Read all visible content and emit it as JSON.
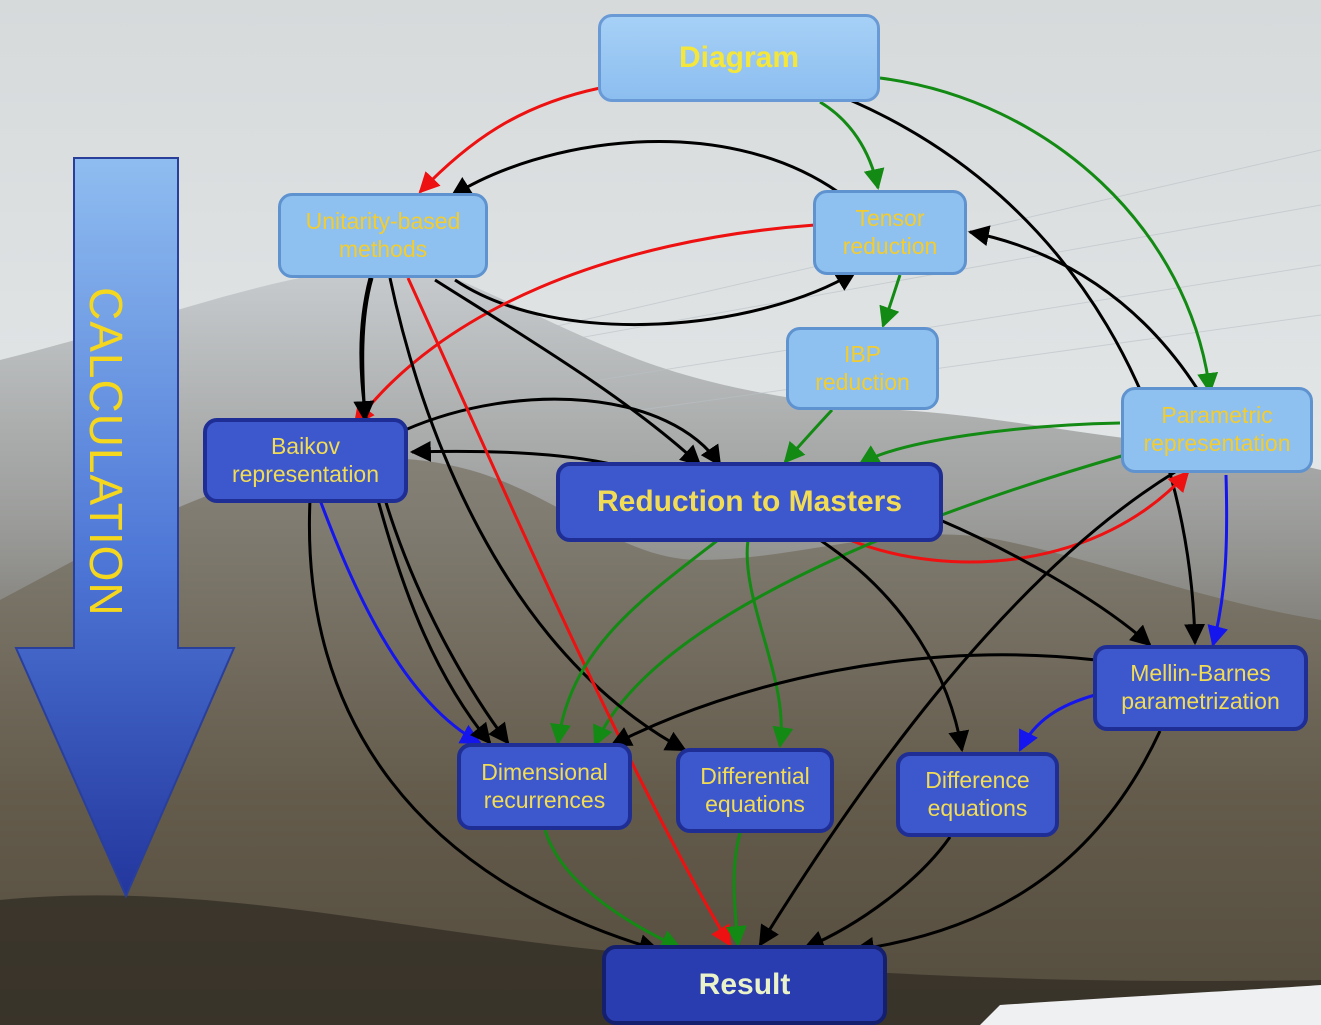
{
  "calculation_label": "CALCULATION",
  "nodes": {
    "diagram": "Diagram",
    "unitarity": "Unitarity-based\nmethods",
    "tensor": "Tensor\nreduction",
    "ibp": "IBP\nreduction",
    "baikov": "Baikov\nrepresentation",
    "parametric": "Parametric\nrepresentation",
    "masters": "Reduction to Masters",
    "mellin": "Mellin-Barnes\nparametrization",
    "dimensional": "Dimensional\nrecurrences",
    "differential": "Differential\nequations",
    "difference": "Difference\nequations",
    "result": "Result"
  },
  "edge_colors": {
    "black": "#000000",
    "red": "#ee1111",
    "green": "#138a13",
    "blue": "#1515ee"
  },
  "edges": [
    {
      "from": "diagram",
      "to": "unitarity",
      "color": "red"
    },
    {
      "from": "diagram",
      "to": "tensor",
      "color": "green"
    },
    {
      "from": "diagram",
      "to": "parametric",
      "color": "green"
    },
    {
      "from": "diagram",
      "to": "mellin",
      "color": "black"
    },
    {
      "from": "tensor",
      "to": "unitarity",
      "color": "black"
    },
    {
      "from": "unitarity",
      "to": "tensor",
      "color": "black"
    },
    {
      "from": "tensor",
      "to": "baikov",
      "color": "red"
    },
    {
      "from": "tensor",
      "to": "ibp",
      "color": "green"
    },
    {
      "from": "ibp",
      "to": "masters",
      "color": "green"
    },
    {
      "from": "parametric",
      "to": "tensor",
      "color": "black"
    },
    {
      "from": "parametric",
      "to": "masters",
      "color": "green"
    },
    {
      "from": "masters",
      "to": "parametric",
      "color": "red"
    },
    {
      "from": "parametric",
      "to": "mellin",
      "color": "blue"
    },
    {
      "from": "parametric",
      "to": "dimensional",
      "color": "green"
    },
    {
      "from": "parametric",
      "to": "result",
      "color": "black"
    },
    {
      "from": "masters",
      "to": "baikov",
      "color": "black"
    },
    {
      "from": "baikov",
      "to": "masters",
      "color": "black"
    },
    {
      "from": "unitarity",
      "to": "masters",
      "color": "black"
    },
    {
      "from": "unitarity",
      "to": "baikov",
      "color": "black"
    },
    {
      "from": "unitarity",
      "to": "dimensional",
      "color": "black"
    },
    {
      "from": "unitarity",
      "to": "differential",
      "color": "black"
    },
    {
      "from": "unitarity",
      "to": "result",
      "color": "red"
    },
    {
      "from": "baikov",
      "to": "dimensional",
      "color": "blue"
    },
    {
      "from": "baikov",
      "to": "dimensional",
      "color": "black"
    },
    {
      "from": "baikov",
      "to": "result",
      "color": "black"
    },
    {
      "from": "masters",
      "to": "dimensional",
      "color": "green"
    },
    {
      "from": "masters",
      "to": "differential",
      "color": "green"
    },
    {
      "from": "masters",
      "to": "difference",
      "color": "black"
    },
    {
      "from": "masters",
      "to": "mellin",
      "color": "black"
    },
    {
      "from": "mellin",
      "to": "dimensional",
      "color": "black"
    },
    {
      "from": "mellin",
      "to": "difference",
      "color": "blue"
    },
    {
      "from": "mellin",
      "to": "result",
      "color": "black"
    },
    {
      "from": "dimensional",
      "to": "result",
      "color": "green"
    },
    {
      "from": "differential",
      "to": "result",
      "color": "green"
    },
    {
      "from": "difference",
      "to": "result",
      "color": "black"
    }
  ]
}
